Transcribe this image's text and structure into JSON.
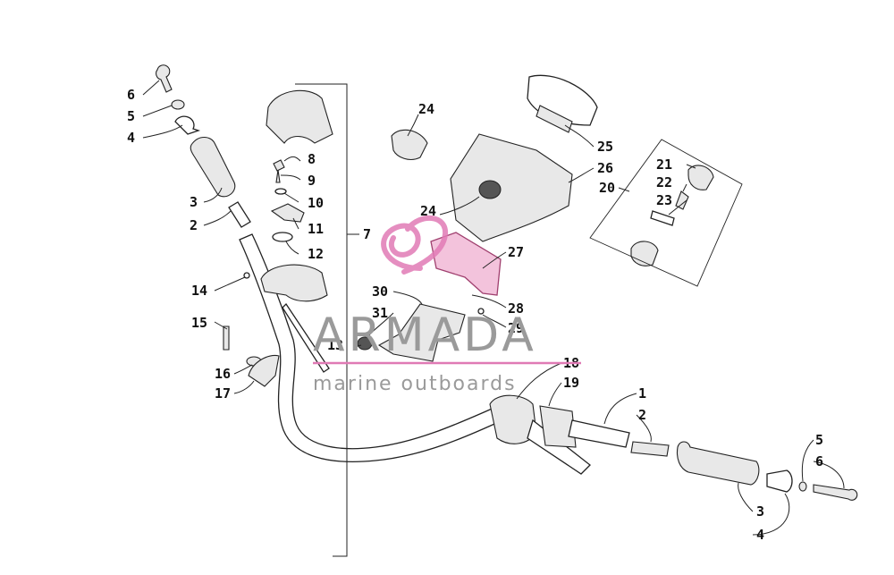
{
  "watermark": {
    "brand": "ARMADA",
    "tagline": "marine outboards",
    "accent_color": "#e07ab5",
    "text_color": "#9a9a9a"
  },
  "callouts": {
    "c1": "1",
    "c2a": "2",
    "c2b": "2",
    "c3a": "3",
    "c3b": "3",
    "c4a": "4",
    "c4b": "4",
    "c5a": "5",
    "c5b": "5",
    "c6a": "6",
    "c6b": "6",
    "c7": "7",
    "c8": "8",
    "c9": "9",
    "c10": "10",
    "c11": "11",
    "c12": "12",
    "c13": "13",
    "c14": "14",
    "c15": "15",
    "c16": "16",
    "c17": "17",
    "c18": "18",
    "c19": "19",
    "c20": "20",
    "c21": "21",
    "c22": "22",
    "c23": "23",
    "c24a": "24",
    "c24b": "24",
    "c25": "25",
    "c26": "26",
    "c27": "27",
    "c28": "28",
    "c29": "29",
    "c30": "30",
    "c31": "31"
  }
}
